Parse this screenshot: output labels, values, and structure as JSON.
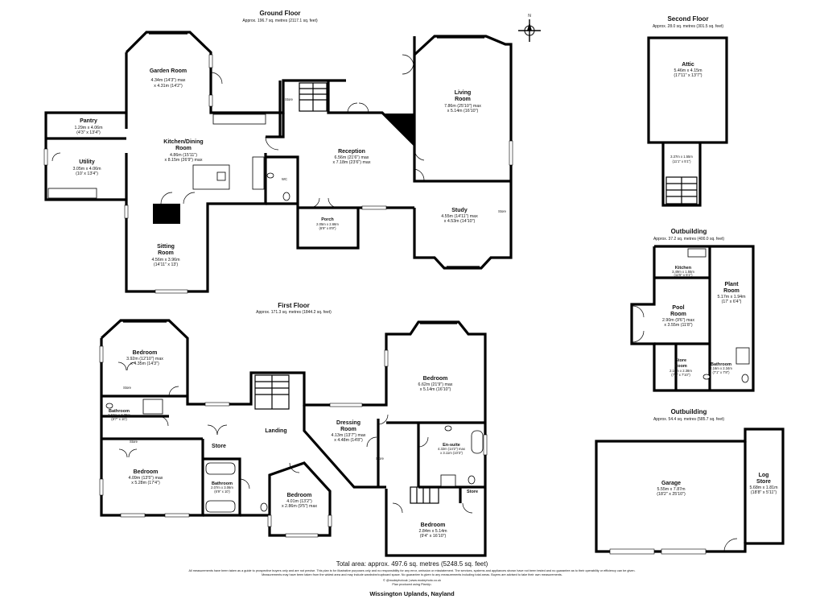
{
  "floors": {
    "ground": {
      "title": "Ground Floor",
      "area": "Approx. 196.7 sq. metres (2117.1 sq. feet)"
    },
    "first": {
      "title": "First Floor",
      "area": "Approx. 171.3 sq. metres (1844.2 sq. feet)"
    },
    "second": {
      "title": "Second Floor",
      "area": "Approx. 28.0 sq. metres (301.5 sq. feet)"
    },
    "outbuilding1": {
      "title": "Outbuilding",
      "area": "Approx. 37.2 sq. metres (400.0 sq. feet)"
    },
    "outbuilding2": {
      "title": "Outbuilding",
      "area": "Approx. 54.4 sq. metres (585.7 sq. feet)"
    }
  },
  "rooms": {
    "garden": {
      "name": "Garden Room",
      "name2": "",
      "d1": "4.34m (14'3\") max",
      "d2": "x 4.31m (14'2\")"
    },
    "pantry": {
      "name": "Pantry",
      "d1": "1.29m x 4.06m",
      "d2": "(4'3\" x 13'4\")"
    },
    "utility": {
      "name": "Utility",
      "d1": "3.05m x 4.06m",
      "d2": "(10' x 13'4\")"
    },
    "kitchen": {
      "name": "Kitchen/Dining",
      "name2": "Room",
      "d1": "4.86m (15'11\")",
      "d2": "x 8.15m (26'9\") max"
    },
    "wc": {
      "name": "WC"
    },
    "store_gf": {
      "name": "Store"
    },
    "reception": {
      "name": "Reception",
      "d1": "6.56m (21'6\") max",
      "d2": "x 7.18m (23'6\") max"
    },
    "living": {
      "name": "Living",
      "name2": "Room",
      "d1": "7.86m (25'10\") max",
      "d2": "x 5.14m (16'10\")"
    },
    "porch": {
      "name": "Porch",
      "d1": "2.05m x 2.66m",
      "d2": "(6'9\" x 8'9\")"
    },
    "sitting": {
      "name": "Sitting",
      "name2": "Room",
      "d1": "4.56m x 3.96m",
      "d2": "(14'11\" x 13')"
    },
    "study": {
      "name": "Study",
      "d1": "4.55m (14'11\") max",
      "d2": "x 4.53m (14'10\")"
    },
    "study_store": {
      "name": "Store"
    },
    "attic": {
      "name": "Attic",
      "d1": "5.46m x 4.15m",
      "d2": "(17'11\" x 13'7\")"
    },
    "attic_b": {
      "d1": "3.37m x 1.55m",
      "d2": "(11'1\" x 5'1\")"
    },
    "kitchen_ob": {
      "name": "Kitchen",
      "d1": "3.49m x 1.55m",
      "d2": "(11'5\" x 5'1\")"
    },
    "plant": {
      "name": "Plant",
      "name2": "Room",
      "d1": "5.17m x 1.94m",
      "d2": "(17' x 6'4\")"
    },
    "pool": {
      "name": "Pool",
      "name2": "Room",
      "d1": "2.90m (9'6\") max",
      "d2": "x 3.55m (11'8\")"
    },
    "store_ob": {
      "name": "Store",
      "name2": "Room",
      "d1": "2.16m x 2.38m",
      "d2": "(7'1\" x 7'10\")"
    },
    "bath_ob": {
      "name": "Bathroom",
      "d1": "2.16m x 2.34m",
      "d2": "(7'1\" x 7'8\")"
    },
    "garage": {
      "name": "Garage",
      "d1": "5.55m x 7.87m",
      "d2": "(18'2\" x 25'10\")"
    },
    "logstore": {
      "name": "Log",
      "name2": "Store",
      "d1": "5.68m x 1.81m",
      "d2": "(18'8\" x 5'11\")"
    },
    "bed1": {
      "name": "Bedroom",
      "d1": "3.92m (12'10\") max",
      "d2": "x 4.35m (14'3\")"
    },
    "store_b1": {
      "name": "Store"
    },
    "bath1": {
      "name": "Bathroom",
      "d1": "2.62m x 3.05m",
      "d2": "(8'7\" x 10')"
    },
    "store_b2": {
      "name": "Store"
    },
    "bed2": {
      "name": "Bedroom",
      "d1": "4.09m (13'5\") max",
      "d2": "x 5.28m (17'4\")"
    },
    "store_landing": {
      "name": "Store"
    },
    "landing": {
      "name": "Landing"
    },
    "bath2": {
      "name": "Bathroom",
      "d1": "2.07m x 3.06m",
      "d2": "(6'9\" x 10')"
    },
    "bed3": {
      "name": "Bedroom",
      "d1": "4.01m (13'2\")",
      "d2": "x 2.86m (9'5\") max"
    },
    "dressing": {
      "name": "Dressing",
      "name2": "Room",
      "d1": "4.13m (13'7\") max",
      "d2": "x 4.48m (14'8\")"
    },
    "store_dressing": {
      "name": "Store"
    },
    "bed4": {
      "name": "Bedroom",
      "d1": "6.62m (21'9\") max",
      "d2": "x 5.14m (16'10\")"
    },
    "ensuite": {
      "name": "En-suite",
      "d1": "4.32m (14'2\") max",
      "d2": "x 3.11m (10'3\")"
    },
    "bed5": {
      "name": "Bedroom",
      "d1": "2.84m x 5.14m",
      "d2": "(9'4\" x 16'10\")"
    },
    "store_bed5": {
      "name": "Store"
    }
  },
  "total": "Total area: approx. 497.6 sq. metres (5248.5 sq. feet)",
  "disclaimer1": "All measurements have been taken as a guide to prospective buyers only and are not precise. This plan is for illustrative purposes only and no responsibility for any error, omission or misstatement. The services, systems and appliances shown have not been tested and no guarantee as to their operability or efficiency can be given.",
  "disclaimer2": "Measurements may have been taken from the widest area and may include wardrobe/cupboard space. No guarantee is given to any measurements including total areas. Buyers are advised to take their own measurements.",
  "credit1": "© @modephotouk | www.modephoto.co.uk",
  "credit2": "Plan produced using PlanUp.",
  "property": "Wissington Uplands, Nayland",
  "compass": "N",
  "icons": [
    "compass-icon",
    "staircase-icon",
    "fireplace-icon",
    "bath-icon",
    "toilet-icon",
    "sink-icon",
    "shower-icon",
    "door-swing-icon",
    "window-icon"
  ]
}
